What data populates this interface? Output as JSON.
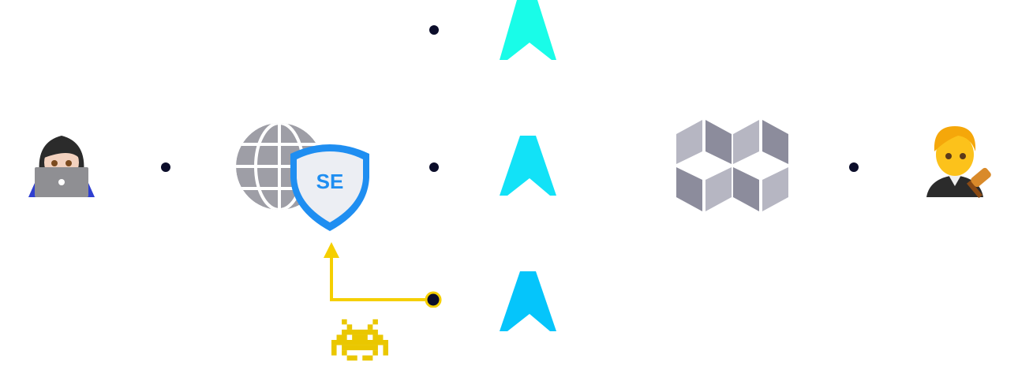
{
  "diagram": {
    "nodes": [
      {
        "id": "developer",
        "icon": "woman-technologist-icon",
        "glyph": "👩🏻‍💻"
      },
      {
        "id": "secure-edge",
        "icon": "globe-shield-icon",
        "badge_text": "SE"
      },
      {
        "id": "arrow-top",
        "icon": "navigation-arrow-icon",
        "color": "#19fce8"
      },
      {
        "id": "arrow-middle",
        "icon": "navigation-arrow-icon",
        "color": "#12e2f7"
      },
      {
        "id": "arrow-bottom",
        "icon": "navigation-arrow-icon",
        "color": "#05c5fb"
      },
      {
        "id": "cubes",
        "icon": "isometric-cubes-icon"
      },
      {
        "id": "judge",
        "icon": "judge-icon",
        "glyph": "🧑‍⚖️"
      },
      {
        "id": "attacker",
        "icon": "space-invader-icon",
        "color": "#eac700"
      }
    ],
    "connector_color": "#0b0d2a",
    "attack_path_color": "#f5cf00",
    "shield_color": "#1f8ef1",
    "globe_color": "#9e9ea6"
  }
}
